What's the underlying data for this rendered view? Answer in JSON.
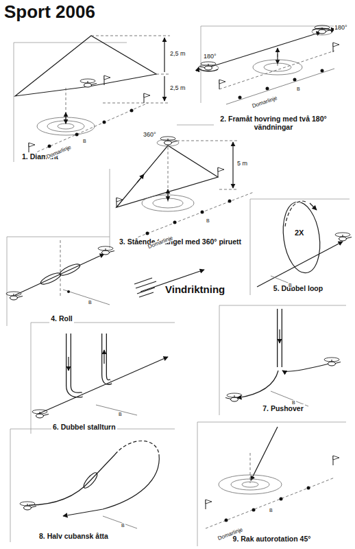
{
  "diagram": {
    "title": "Sport 2006",
    "nodes": [
      {
        "text": [
          "1. Diamant"
        ]
      },
      {
        "text": [
          "2. Framåt hovring med två 180° vändningar"
        ]
      },
      {
        "text": [
          "3. Stående triangel med 360° piruett"
        ]
      },
      {
        "text": [
          "4. Roll"
        ]
      },
      {
        "text": [
          "5. Dubbel loop"
        ]
      },
      {
        "text": [
          "6. Dubbel stallturn"
        ]
      },
      {
        "text": [
          "7. Pushover"
        ]
      },
      {
        "text": [
          "8. Halv cubansk åtta"
        ]
      },
      {
        "text": [
          "9. Rak autorotation 45°"
        ]
      }
    ],
    "labels": [
      "2,5 m",
      "2,5 m",
      "Domarlinje",
      "B",
      "180°",
      "180°",
      "Domarlinje",
      "B",
      "360°",
      "5 m",
      "Domarlinje",
      "B",
      "B",
      "2X",
      "B",
      "Vindriktning",
      "B",
      "B",
      "B",
      "Domarlinje",
      "B"
    ]
  }
}
